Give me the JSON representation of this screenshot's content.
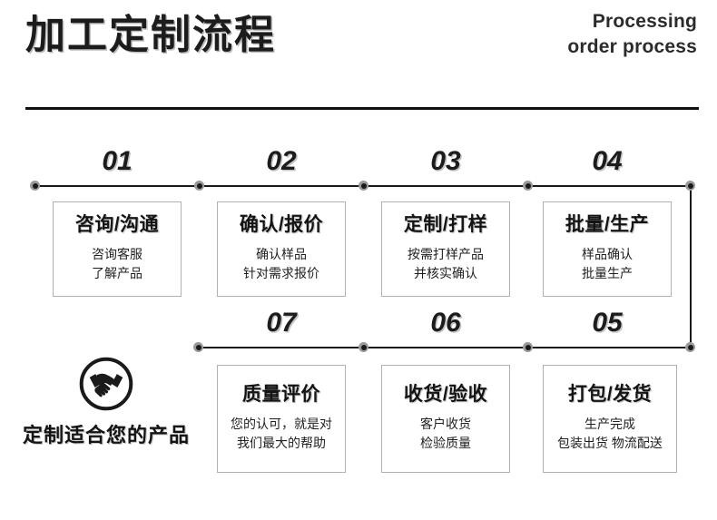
{
  "header": {
    "title_cn": "加工定制流程",
    "subtitle_en_line1": "Processing",
    "subtitle_en_line2": "order process"
  },
  "brand": {
    "icon": "handshake-icon",
    "caption": "定制适合您的产品"
  },
  "row1": [
    {
      "number": "01",
      "title": "咨询/沟通",
      "lines": [
        "咨询客服",
        "了解产品"
      ]
    },
    {
      "number": "02",
      "title": "确认/报价",
      "lines": [
        "确认样品",
        "针对需求报价"
      ]
    },
    {
      "number": "03",
      "title": "定制/打样",
      "lines": [
        "按需打样产品",
        "并核实确认"
      ]
    },
    {
      "number": "04",
      "title": "批量/生产",
      "lines": [
        "样品确认",
        "批量生产"
      ]
    }
  ],
  "row2": [
    {
      "number": "07",
      "title": "质量评价",
      "lines": [
        "您的认可，就是对",
        "我们最大的帮助"
      ]
    },
    {
      "number": "06",
      "title": "收货/验收",
      "lines": [
        "客户收货",
        "检验质量"
      ]
    },
    {
      "number": "05",
      "title": "打包/发货",
      "lines": [
        "生产完成",
        "包装出货 物流配送"
      ]
    }
  ],
  "colors": {
    "ink": "#1a1a1a",
    "card_border": "#b2b2b2",
    "shadow": "#c4c4c4",
    "background": "#ffffff"
  }
}
